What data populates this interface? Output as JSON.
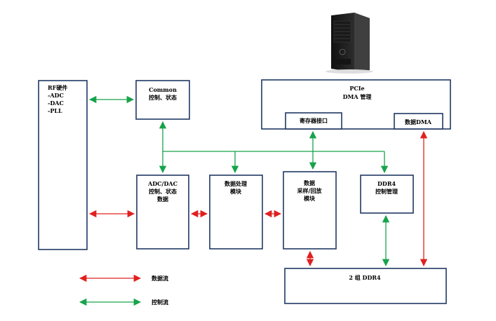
{
  "blocks": {
    "rf": {
      "lines": [
        "RF硬件",
        "-ADC",
        "-DAC",
        "-PLL"
      ]
    },
    "common": {
      "lines": [
        "Common",
        "控制、状态"
      ]
    },
    "pcie": {
      "lines": [
        "PCIe",
        "DMA 管理"
      ]
    },
    "reg_if": {
      "lines": [
        "寄存器接口"
      ]
    },
    "data_dma": {
      "lines": [
        "数据DMA"
      ]
    },
    "adc_dac": {
      "lines": [
        "ADC/DAC",
        "控制、状态",
        "数据"
      ]
    },
    "proc": {
      "lines": [
        "数据处理",
        "模块"
      ]
    },
    "capture": {
      "lines": [
        "数据",
        "采样/回放",
        "模块"
      ]
    },
    "ddr_ctrl": {
      "lines": [
        "DDR4",
        "控制管理"
      ]
    },
    "ddr": {
      "lines": [
        "2 组 DDR4"
      ]
    }
  },
  "legend": {
    "data_flow": "数据流",
    "control_flow": "控制流"
  },
  "colors": {
    "block_border": "#1f3864",
    "data_arrow": "#e02020",
    "control_arrow": "#17a34a",
    "server_body": "#2a2a2a"
  },
  "icons": {
    "server": "tower-server-icon"
  }
}
